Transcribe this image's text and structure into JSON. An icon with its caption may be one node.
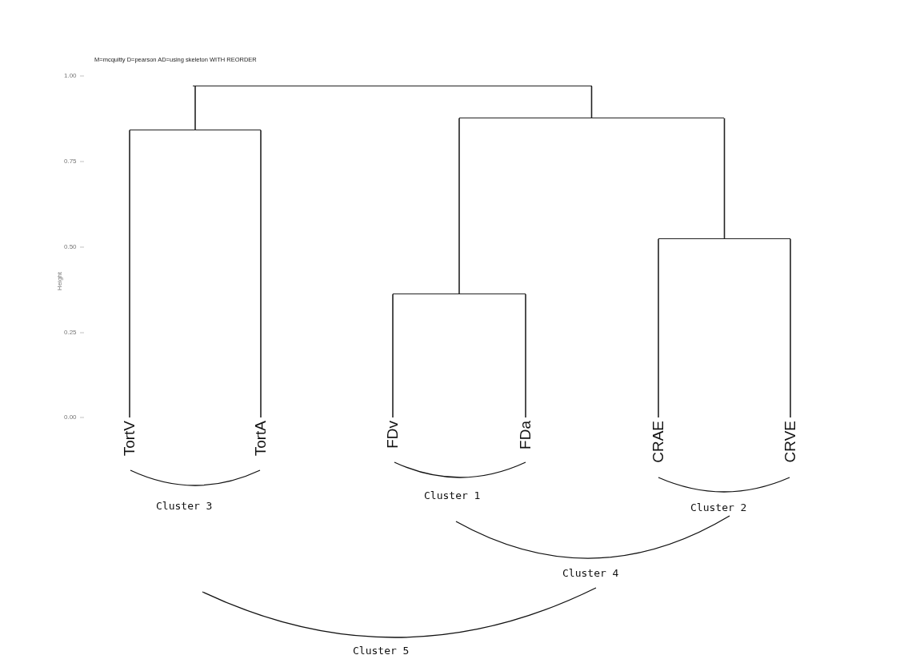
{
  "diagram": {
    "title": "M=mcquitty D=pearson AD=using skeleton WITH REORDER",
    "nodes": [
      {
        "text": [],
        "shape": "bar"
      },
      {
        "text": [],
        "shape": "bar"
      },
      {
        "text": [],
        "shape": "bar"
      },
      {
        "text": [],
        "shape": "bar"
      },
      {
        "text": [],
        "shape": "bar"
      },
      {
        "text": [
          "TortV"
        ]
      },
      {
        "text": [
          "TortA"
        ]
      },
      {
        "text": [
          "FDv"
        ]
      },
      {
        "text": [
          "FDa"
        ]
      },
      {
        "text": [
          "CRAE"
        ]
      },
      {
        "text": [
          "CRVE"
        ]
      }
    ],
    "edges": [
      {
        "from": 0,
        "to": 1,
        "arrow": "none"
      },
      {
        "from": 0,
        "to": 2,
        "arrow": "none"
      },
      {
        "from": 1,
        "to": 5,
        "arrow": "none"
      },
      {
        "from": 1,
        "to": 6,
        "arrow": "none"
      },
      {
        "from": 2,
        "to": 4,
        "arrow": "none"
      },
      {
        "from": 2,
        "to": 3,
        "arrow": "none"
      },
      {
        "from": 4,
        "to": 7,
        "arrow": "none"
      },
      {
        "from": 4,
        "to": 8,
        "arrow": "none"
      },
      {
        "from": 3,
        "to": 9,
        "arrow": "none"
      },
      {
        "from": 3,
        "to": 10,
        "arrow": "none"
      }
    ],
    "labels": [
      "1.00",
      "0.75",
      "0.50",
      "Height",
      "0.25",
      "0.00",
      "Cluster 3",
      "Cluster 1",
      "Cluster 2",
      "Cluster 4",
      "Cluster 5"
    ]
  }
}
